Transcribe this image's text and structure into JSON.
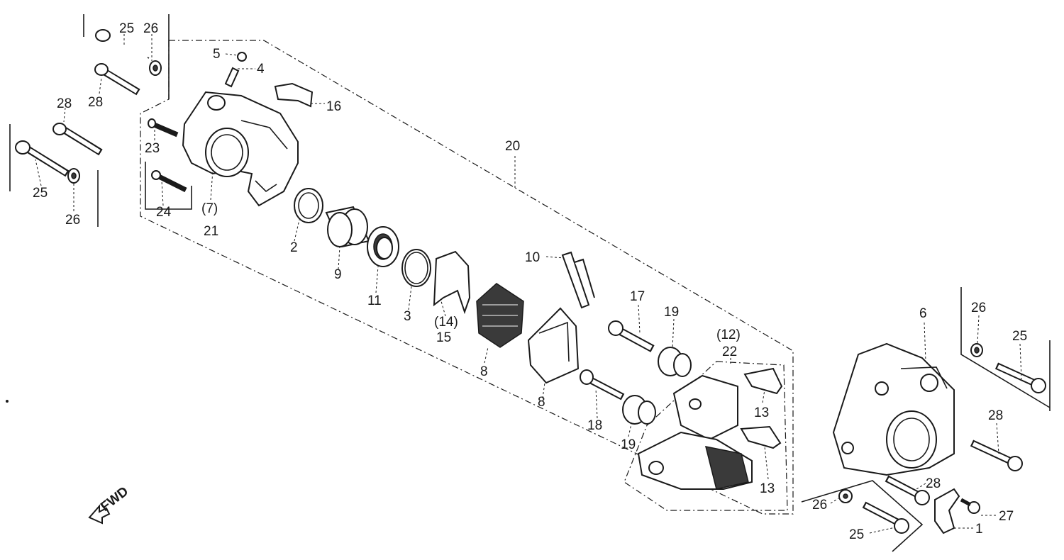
{
  "fwd_label": "FWD",
  "callouts": {
    "c1": "1",
    "c2": "2",
    "c3": "3",
    "c4": "4",
    "c5": "5",
    "c6": "6",
    "c7": "(7)",
    "c8a": "8",
    "c8b": "8",
    "c9": "9",
    "c10": "10",
    "c11": "11",
    "c12": "(12)",
    "c13a": "13",
    "c13b": "13",
    "c14": "(14)",
    "c15": "15",
    "c16": "16",
    "c17": "17",
    "c18": "18",
    "c19a": "19",
    "c19b": "19",
    "c20": "20",
    "c21": "21",
    "c22": "22",
    "c23": "23",
    "c24": "24",
    "c25a": "25",
    "c25b": "25",
    "c25c": "25",
    "c25d": "25",
    "c26a": "26",
    "c26b": "26",
    "c26c": "26",
    "c26d": "26",
    "c27": "27",
    "c28a": "28",
    "c28b": "28",
    "c28c": "28",
    "c28d": "28"
  }
}
